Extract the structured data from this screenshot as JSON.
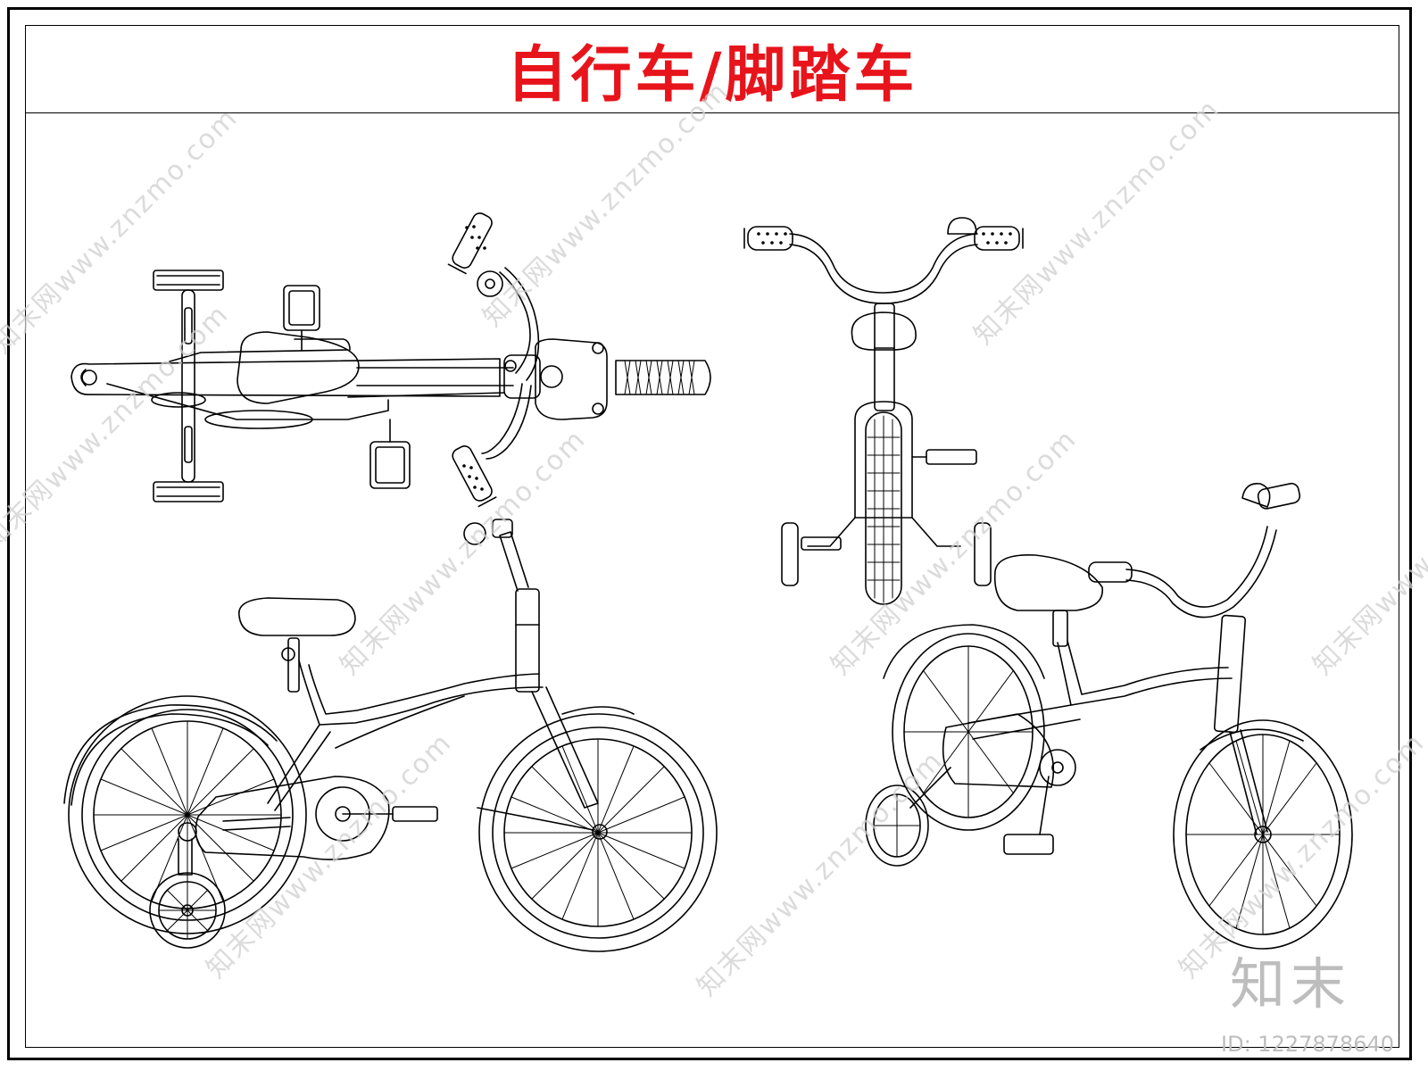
{
  "title": "自行车/脚踏车",
  "watermark_text": "知末网www.znzmo.com",
  "brand": "知末",
  "id_label": "ID: 1227878640",
  "colors": {
    "title": "#e8141b",
    "line": "#000000",
    "watermark": "#cfcfcf"
  },
  "views": [
    "top-view",
    "front-view",
    "side-view",
    "perspective-view"
  ]
}
